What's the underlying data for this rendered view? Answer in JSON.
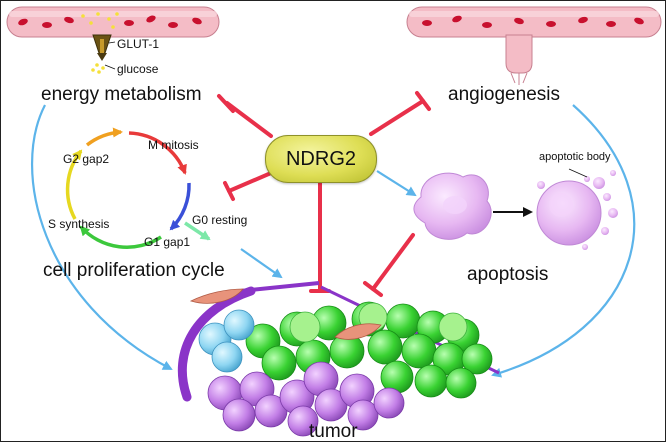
{
  "labels": {
    "glut": "GLUT-1",
    "glucose": "glucose",
    "energy_metabolism": "energy metabolism",
    "angiogenesis": "angiogenesis",
    "center": "NDRG2",
    "m_mitosis": "M mitosis",
    "g2_gap2": "G2 gap2",
    "s_synthesis": "S synthesis",
    "g1_gap1": "G1 gap1",
    "g0_resting": "G0 resting",
    "cell_cycle": "cell proliferation cycle",
    "apoptotic_body": "apoptotic body",
    "apoptosis": "apoptosis",
    "tumor": "tumor"
  },
  "colors": {
    "inhibit": "#e8304a",
    "promote": "#5cb4ea",
    "vessel": "#f2b9c4",
    "rbc": "#c8102e",
    "center_fill": "#dede55"
  }
}
